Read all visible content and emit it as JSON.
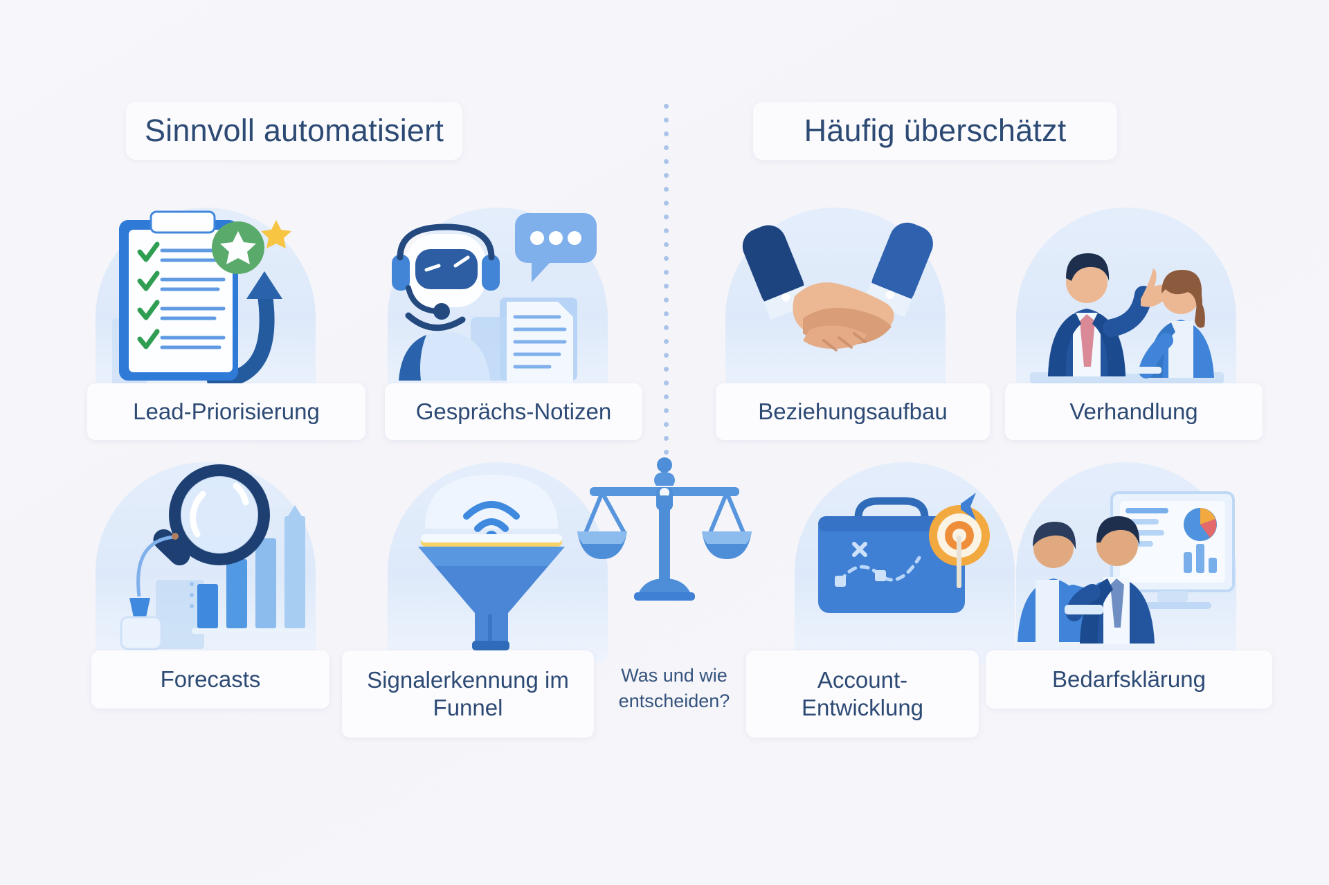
{
  "headers": {
    "left": "Sinnvoll automatisiert",
    "right": "Häufig überschätzt"
  },
  "center": {
    "question": "Was und wie entscheiden?",
    "icon": "balance-scale-icon"
  },
  "left_column": {
    "items": [
      {
        "label": "Lead-Priorisierung",
        "icon": "clipboard-checklist-star-icon"
      },
      {
        "label": "Gesprächs-Notizen",
        "icon": "robot-headset-chat-icon"
      },
      {
        "label": "Forecasts",
        "icon": "magnifier-bar-chart-icon"
      },
      {
        "label": "Signalerkennung im Funnel",
        "icon": "funnel-signal-icon"
      }
    ]
  },
  "right_column": {
    "items": [
      {
        "label": "Beziehungsaufbau",
        "icon": "handshake-icon"
      },
      {
        "label": "Verhandlung",
        "icon": "two-people-discussion-icon"
      },
      {
        "label": "Account-Entwicklung",
        "icon": "briefcase-target-map-icon"
      },
      {
        "label": "Bedarfsklärung",
        "icon": "people-presentation-dashboard-icon"
      }
    ]
  },
  "colors": {
    "background": "#f6f6fa",
    "title_text": "#2d4a74",
    "label_text": "#2d4a74",
    "accent_blue": "#3f7fd4",
    "deep_blue": "#22467f",
    "soft_blue": "#9ec4ef",
    "pale_panel": "#dfeafb",
    "check_green": "#3ba05a",
    "badge_green": "#5aab6b",
    "star_yellow": "#f7c542",
    "skin": "#e8b893",
    "tie_pink": "#d98a96",
    "divider_dot": "#a9c4e8"
  }
}
